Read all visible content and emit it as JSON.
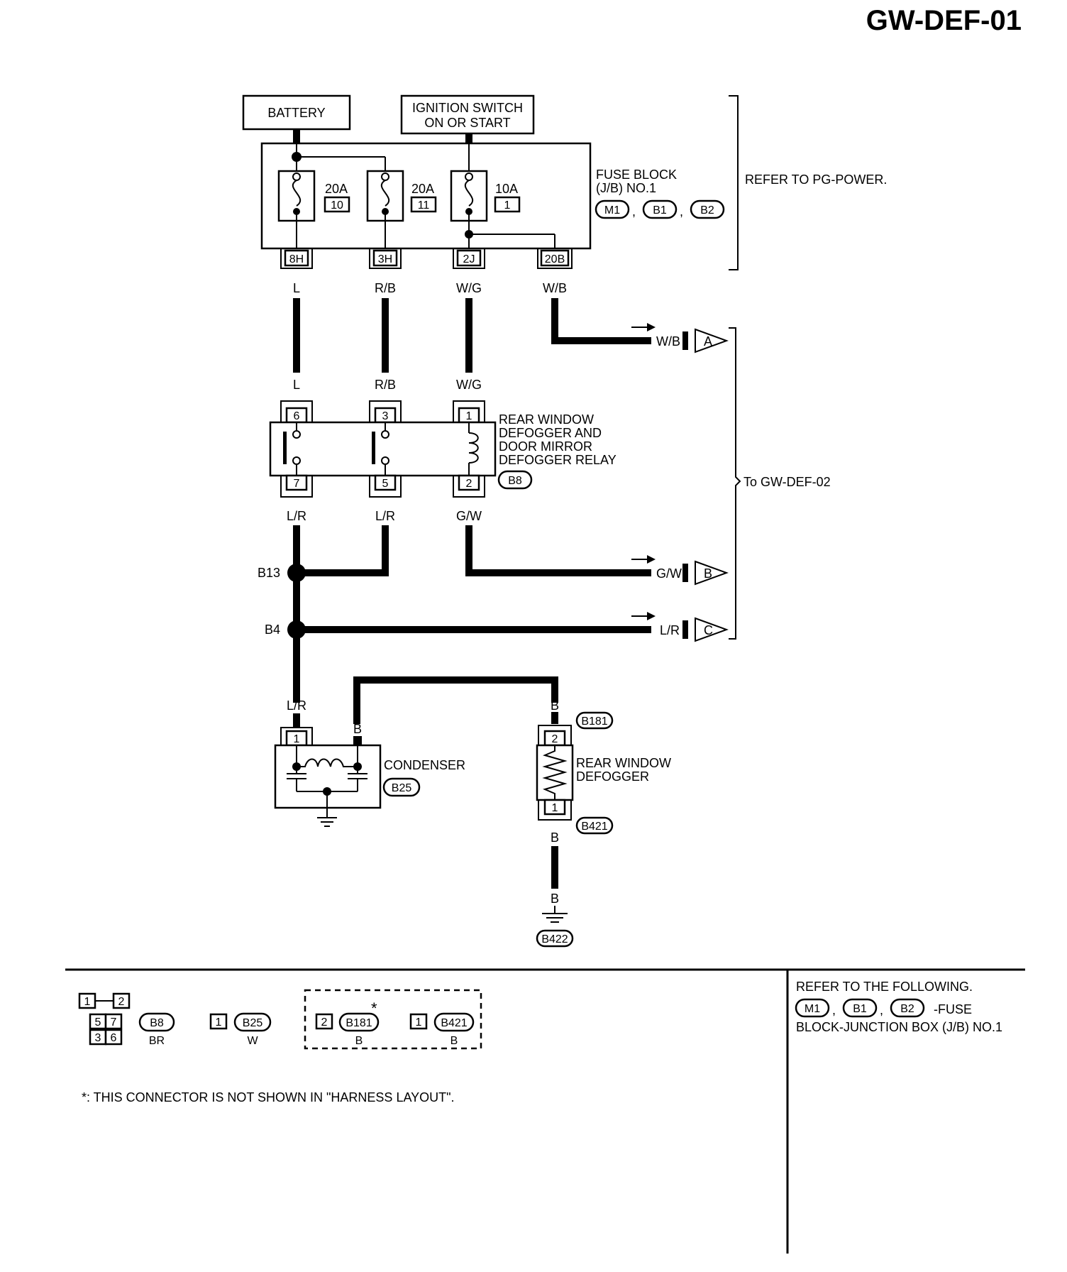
{
  "page_title": "GW-DEF-01",
  "battery": "BATTERY",
  "ignition": {
    "line1": "IGNITION SWITCH",
    "line2": "ON OR START"
  },
  "fuse_block": {
    "line1": "FUSE BLOCK",
    "line2": "(J/B) NO.1",
    "connectors": [
      "M1",
      "B1",
      "B2"
    ],
    "fuses": [
      {
        "amp": "20A",
        "num": "10"
      },
      {
        "amp": "20A",
        "num": "11"
      },
      {
        "amp": "10A",
        "num": "1"
      }
    ],
    "terminals": [
      "8H",
      "3H",
      "2J",
      "20B"
    ]
  },
  "refer_pg": "REFER TO PG-POWER.",
  "wires": {
    "top": [
      "L",
      "R/B",
      "W/G",
      "W/B"
    ],
    "relay_in": [
      "L",
      "R/B",
      "W/G"
    ],
    "relay_out": [
      "L/R",
      "L/R",
      "G/W"
    ],
    "condenser_in": "L/R",
    "condenser_b": "B",
    "defogger_top": "B",
    "defogger_bottom": "B",
    "ground_b": "B"
  },
  "relay": {
    "line1": "REAR WINDOW",
    "line2": "DEFOGGER AND",
    "line3": "DOOR MIRROR",
    "line4": "DEFOGGER RELAY",
    "connector": "B8",
    "pins_top": [
      "6",
      "3",
      "1"
    ],
    "pins_bottom": [
      "7",
      "5",
      "2"
    ]
  },
  "junctions": [
    "B13",
    "B4"
  ],
  "outputs": [
    {
      "wire": "W/B",
      "letter": "A"
    },
    {
      "wire": "G/W",
      "letter": "B"
    },
    {
      "wire": "L/R",
      "letter": "C"
    }
  ],
  "to_gw": "To GW-DEF-02",
  "condenser": {
    "name": "CONDENSER",
    "connector": "B25",
    "pin": "1"
  },
  "defogger": {
    "line1": "REAR WINDOW",
    "line2": "DEFOGGER",
    "conn_top": "B181",
    "conn_bottom": "B421",
    "pin_top": "2",
    "pin_bottom": "1"
  },
  "ground_connector": "B422",
  "legend": [
    {
      "pins": [
        "1",
        "2",
        "5",
        "7",
        "3",
        "6"
      ],
      "connector": "B8",
      "color": "BR"
    },
    {
      "pins": [
        "1"
      ],
      "connector": "B25",
      "color": "W"
    },
    {
      "pins": [
        "2"
      ],
      "connector": "B181",
      "color": "B",
      "star": "*"
    },
    {
      "pins": [
        "1"
      ],
      "connector": "B421",
      "color": "B"
    }
  ],
  "footnote": "*: THIS CONNECTOR IS NOT SHOWN IN \"HARNESS LAYOUT\".",
  "refer_following": {
    "line1": "REFER TO THE FOLLOWING.",
    "connectors": [
      "M1",
      "B1",
      "B2"
    ],
    "suffix": "-FUSE",
    "line2": "BLOCK-JUNCTION BOX (J/B) NO.1"
  }
}
